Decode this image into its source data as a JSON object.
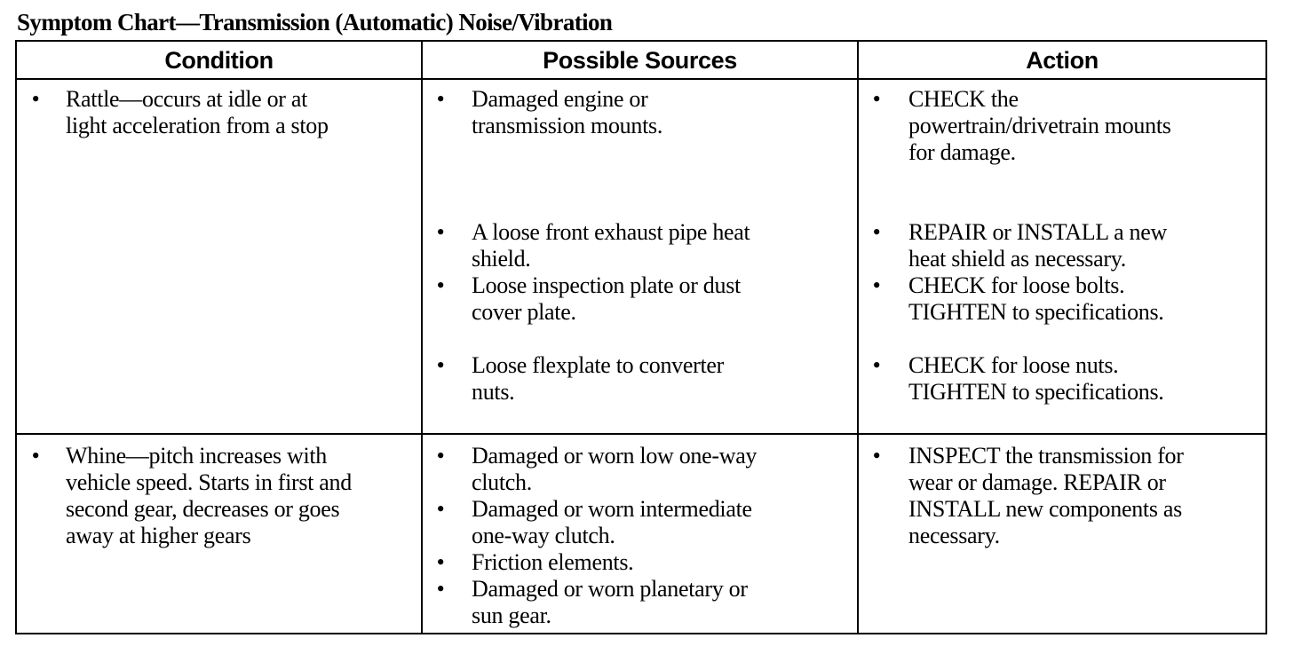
{
  "title": "Symptom Chart—Transmission (Automatic) Noise/Vibration",
  "headers": {
    "condition": "Condition",
    "sources": "Possible Sources",
    "action": "Action"
  },
  "rows": [
    {
      "condition": "Rattle—occurs at idle or at\nlight acceleration from a stop",
      "sources": [
        "Damaged engine or\ntransmission mounts.",
        "A loose front exhaust pipe heat\nshield.",
        "Loose inspection plate or dust\ncover plate.",
        "Loose flexplate to converter\nnuts."
      ],
      "actions": [
        "CHECK the\npowertrain/drivetrain mounts\nfor damage.",
        "REPAIR or INSTALL a new\nheat shield as necessary.",
        "CHECK for loose bolts.\nTIGHTEN to specifications.",
        "CHECK for loose nuts.\nTIGHTEN to specifications."
      ]
    },
    {
      "condition": "Whine—pitch increases with\nvehicle speed. Starts in first and\nsecond gear, decreases or goes\naway at higher gears",
      "sources": [
        "Damaged or worn low one-way\nclutch.",
        "Damaged or worn intermediate\none-way clutch.",
        "Friction elements.",
        "Damaged or worn planetary or\nsun gear."
      ],
      "actions": [
        "INSPECT the transmission for\nwear or damage. REPAIR or\nINSTALL new components as\nnecessary."
      ]
    }
  ]
}
